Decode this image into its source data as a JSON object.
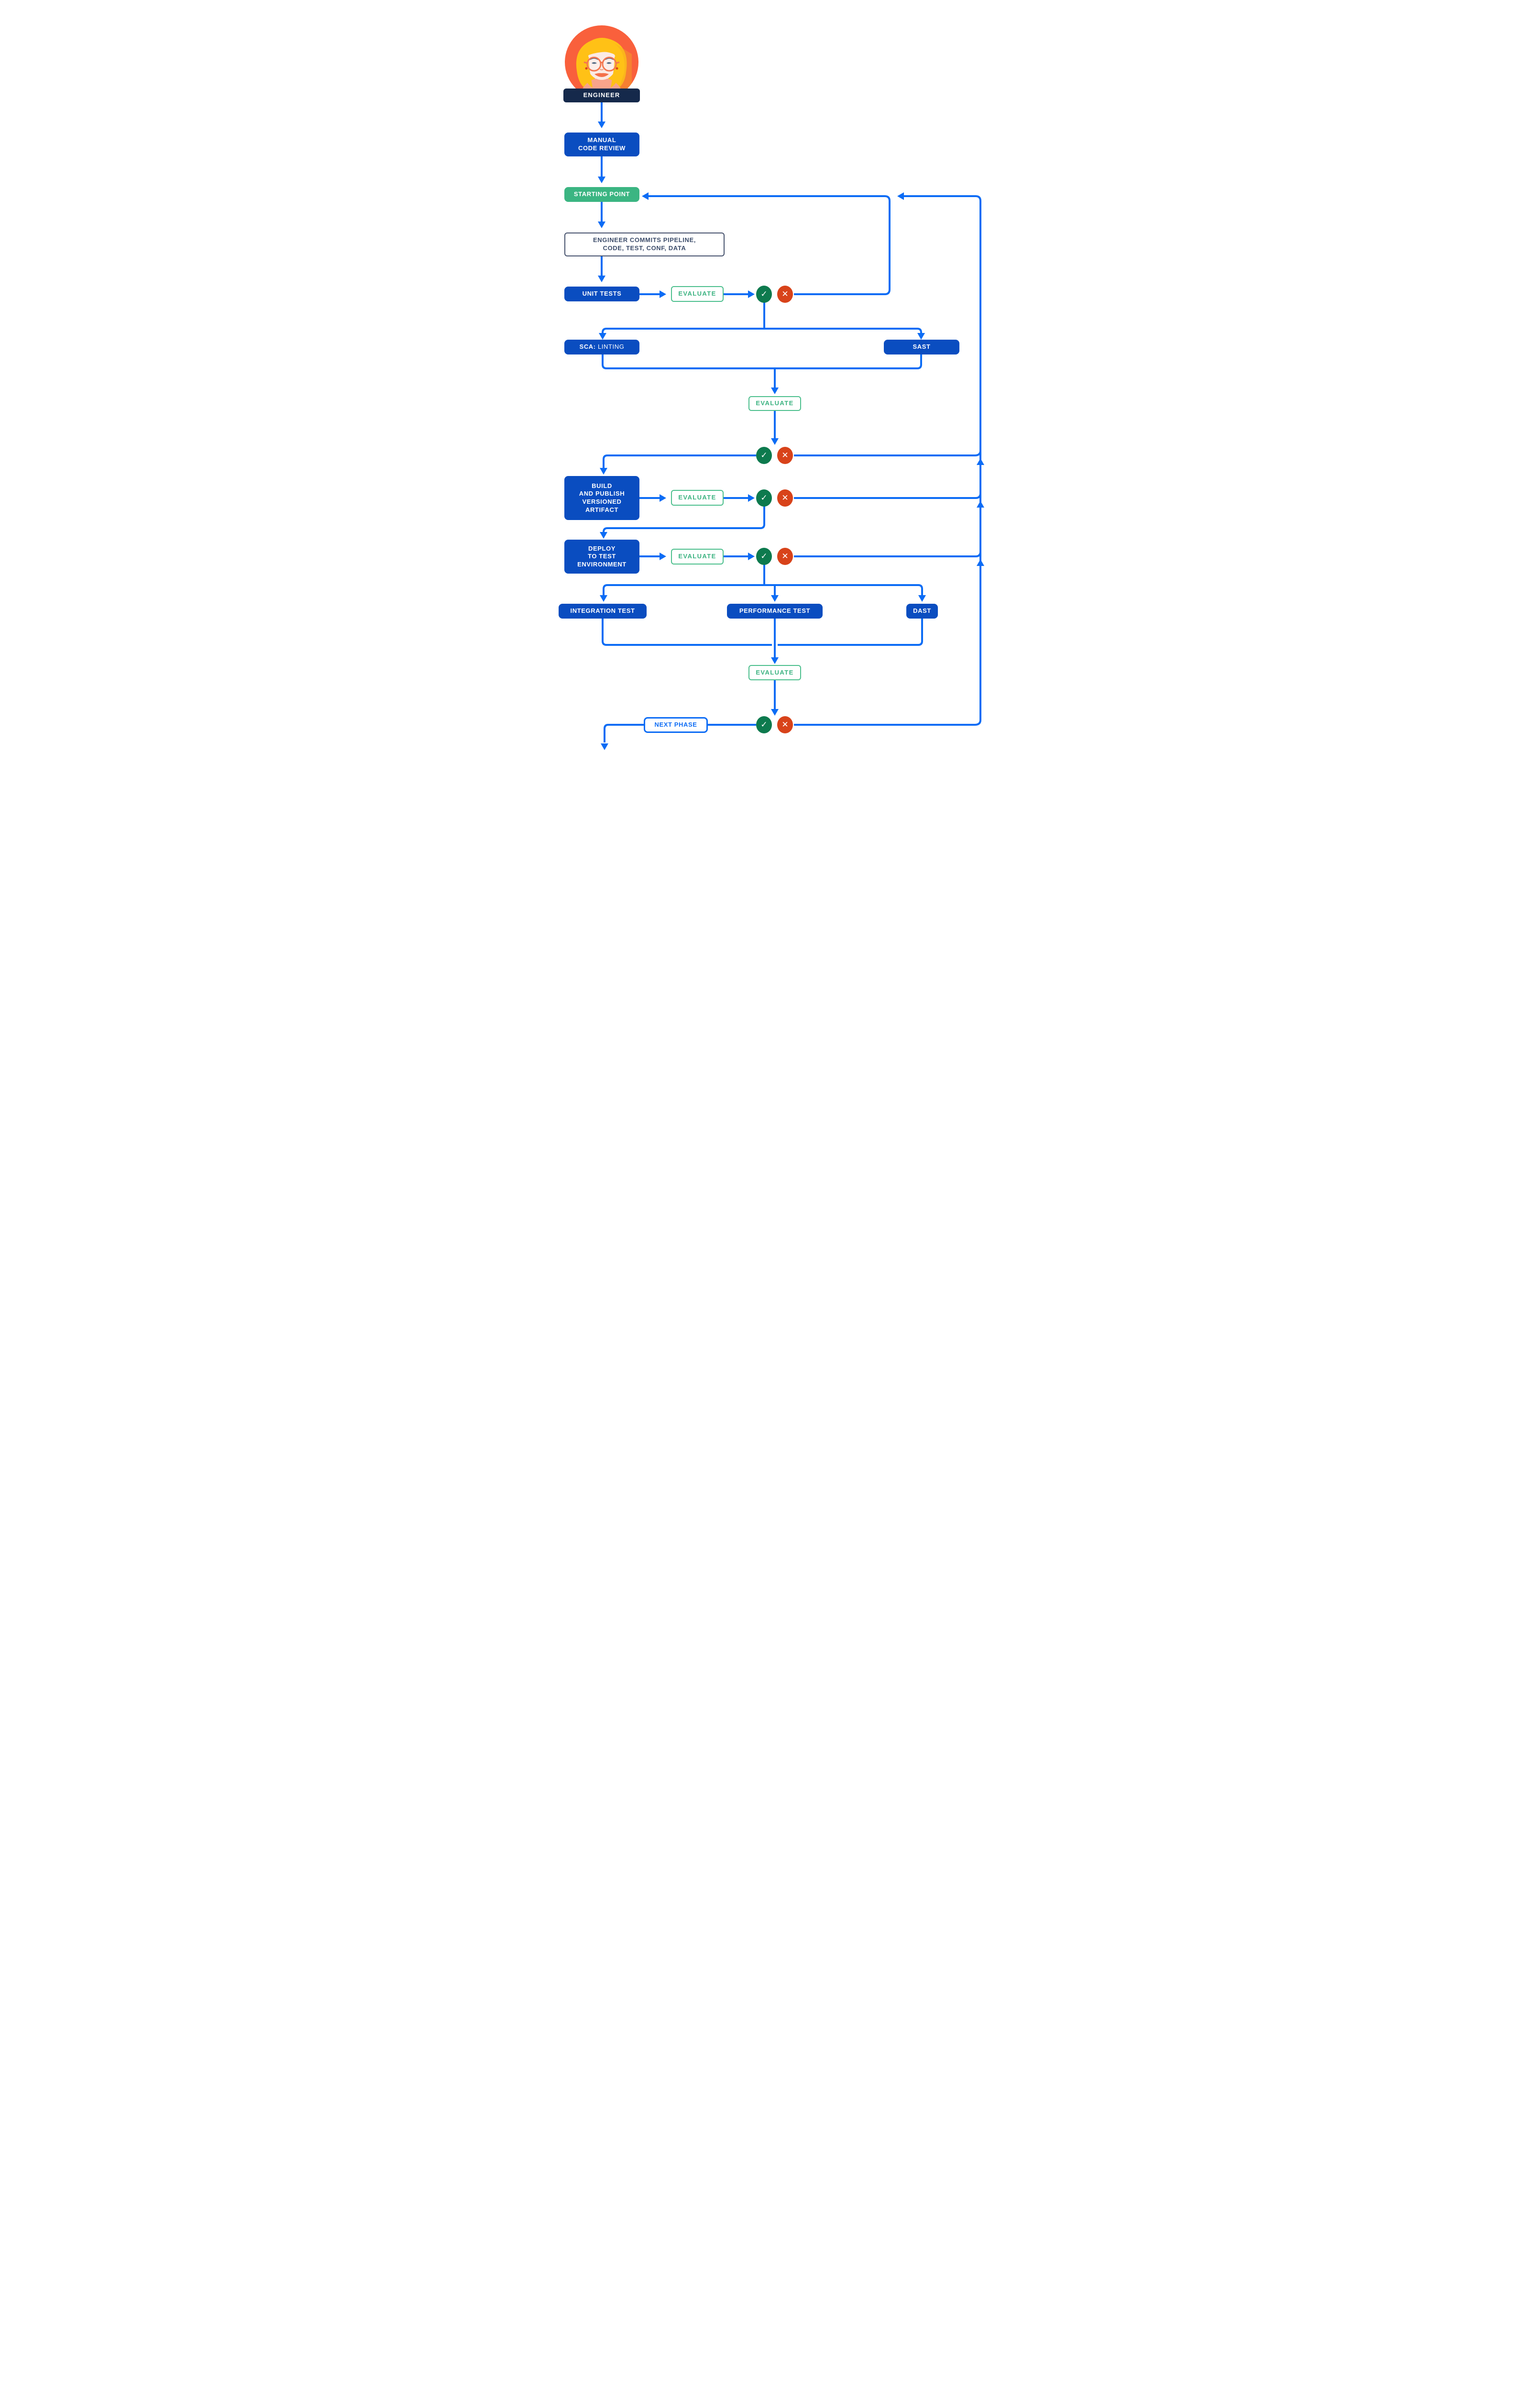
{
  "title": "DevSecOps pipeline flowchart",
  "palette": {
    "box_blue": "#0A4DC0",
    "arrow_blue": "#0C6CF5",
    "green": "#3BB582",
    "evaluate_green": "#4CBF8D",
    "check_green": "#0D7A4E",
    "fail_red": "#D8431A",
    "dark_navy": "#15294B",
    "slate_border": "#47536E",
    "avatar_bg_orange": "#F9603C",
    "avatar_hair_gold": "#FFC116"
  },
  "boxes": {
    "engineer": "ENGINEER",
    "manual": {
      "l1": "MANUAL",
      "l2": "CODE REVIEW"
    },
    "starting_point": "STARTING POINT",
    "commits": {
      "l1": "ENGINEER COMMITS PIPELINE,",
      "l2": "CODE, TEST, CONF, DATA"
    },
    "unit_tests": "UNIT TESTS",
    "evaluate": "EVALUATE",
    "sca": {
      "strong": "SCA:",
      "rest": " LINTING"
    },
    "sast": "SAST",
    "build": {
      "l1": "BUILD",
      "l2": "AND PUBLISH",
      "l3": "VERSIONED",
      "l4": "ARTIFACT"
    },
    "deploy": {
      "l1": "DEPLOY",
      "l2": "TO TEST",
      "l3": "ENVIRONMENT"
    },
    "integration": "INTEGRATION TEST",
    "performance": "PERFORMANCE TEST",
    "dast": "DAST",
    "next_phase": "NEXT PHASE"
  },
  "icons": {
    "check": "✓",
    "cross": "✕"
  }
}
